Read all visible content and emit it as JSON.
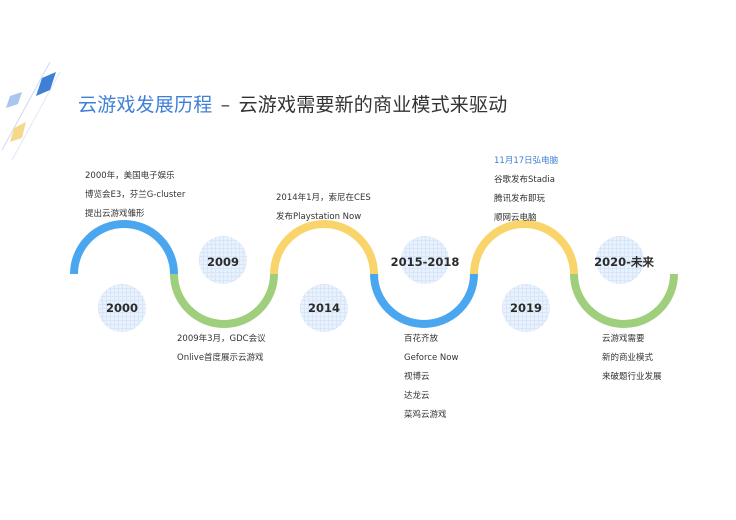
{
  "title": {
    "main": "云游戏发展历程",
    "separator": "–",
    "subtitle": "云游戏需要新的商业模式来驱动"
  },
  "colors": {
    "blue": "#4aa6ee",
    "green": "#9fce7d",
    "yellow": "#f9d46a",
    "accent": "#3f7fd6"
  },
  "timeline": {
    "milestones": [
      {
        "year": "2000"
      },
      {
        "year": "2009"
      },
      {
        "year": "2014"
      },
      {
        "year": "2015-2018"
      },
      {
        "year": "2019"
      },
      {
        "year": "2020-未来"
      }
    ]
  },
  "notes": {
    "y2000": [
      "2000年，美国电子娱乐",
      "博览会E3，芬兰G-cluster",
      "提出云游戏雏形"
    ],
    "y2009": [
      "2009年3月，GDC会议",
      "Onlive首度展示云游戏"
    ],
    "y2014": [
      "2014年1月，索尼在CES",
      "发布Playstation Now"
    ],
    "y2015": [
      "百花齐放",
      "Geforce Now",
      "视博云",
      "达龙云",
      "菜鸡云游戏"
    ],
    "y2019": [
      "11月17日弘电脑",
      "谷歌发布Stadia",
      "腾讯发布即玩",
      "顺网云电脑"
    ],
    "y2020": [
      "云游戏需要",
      "新的商业模式",
      "来破题行业发展"
    ]
  }
}
